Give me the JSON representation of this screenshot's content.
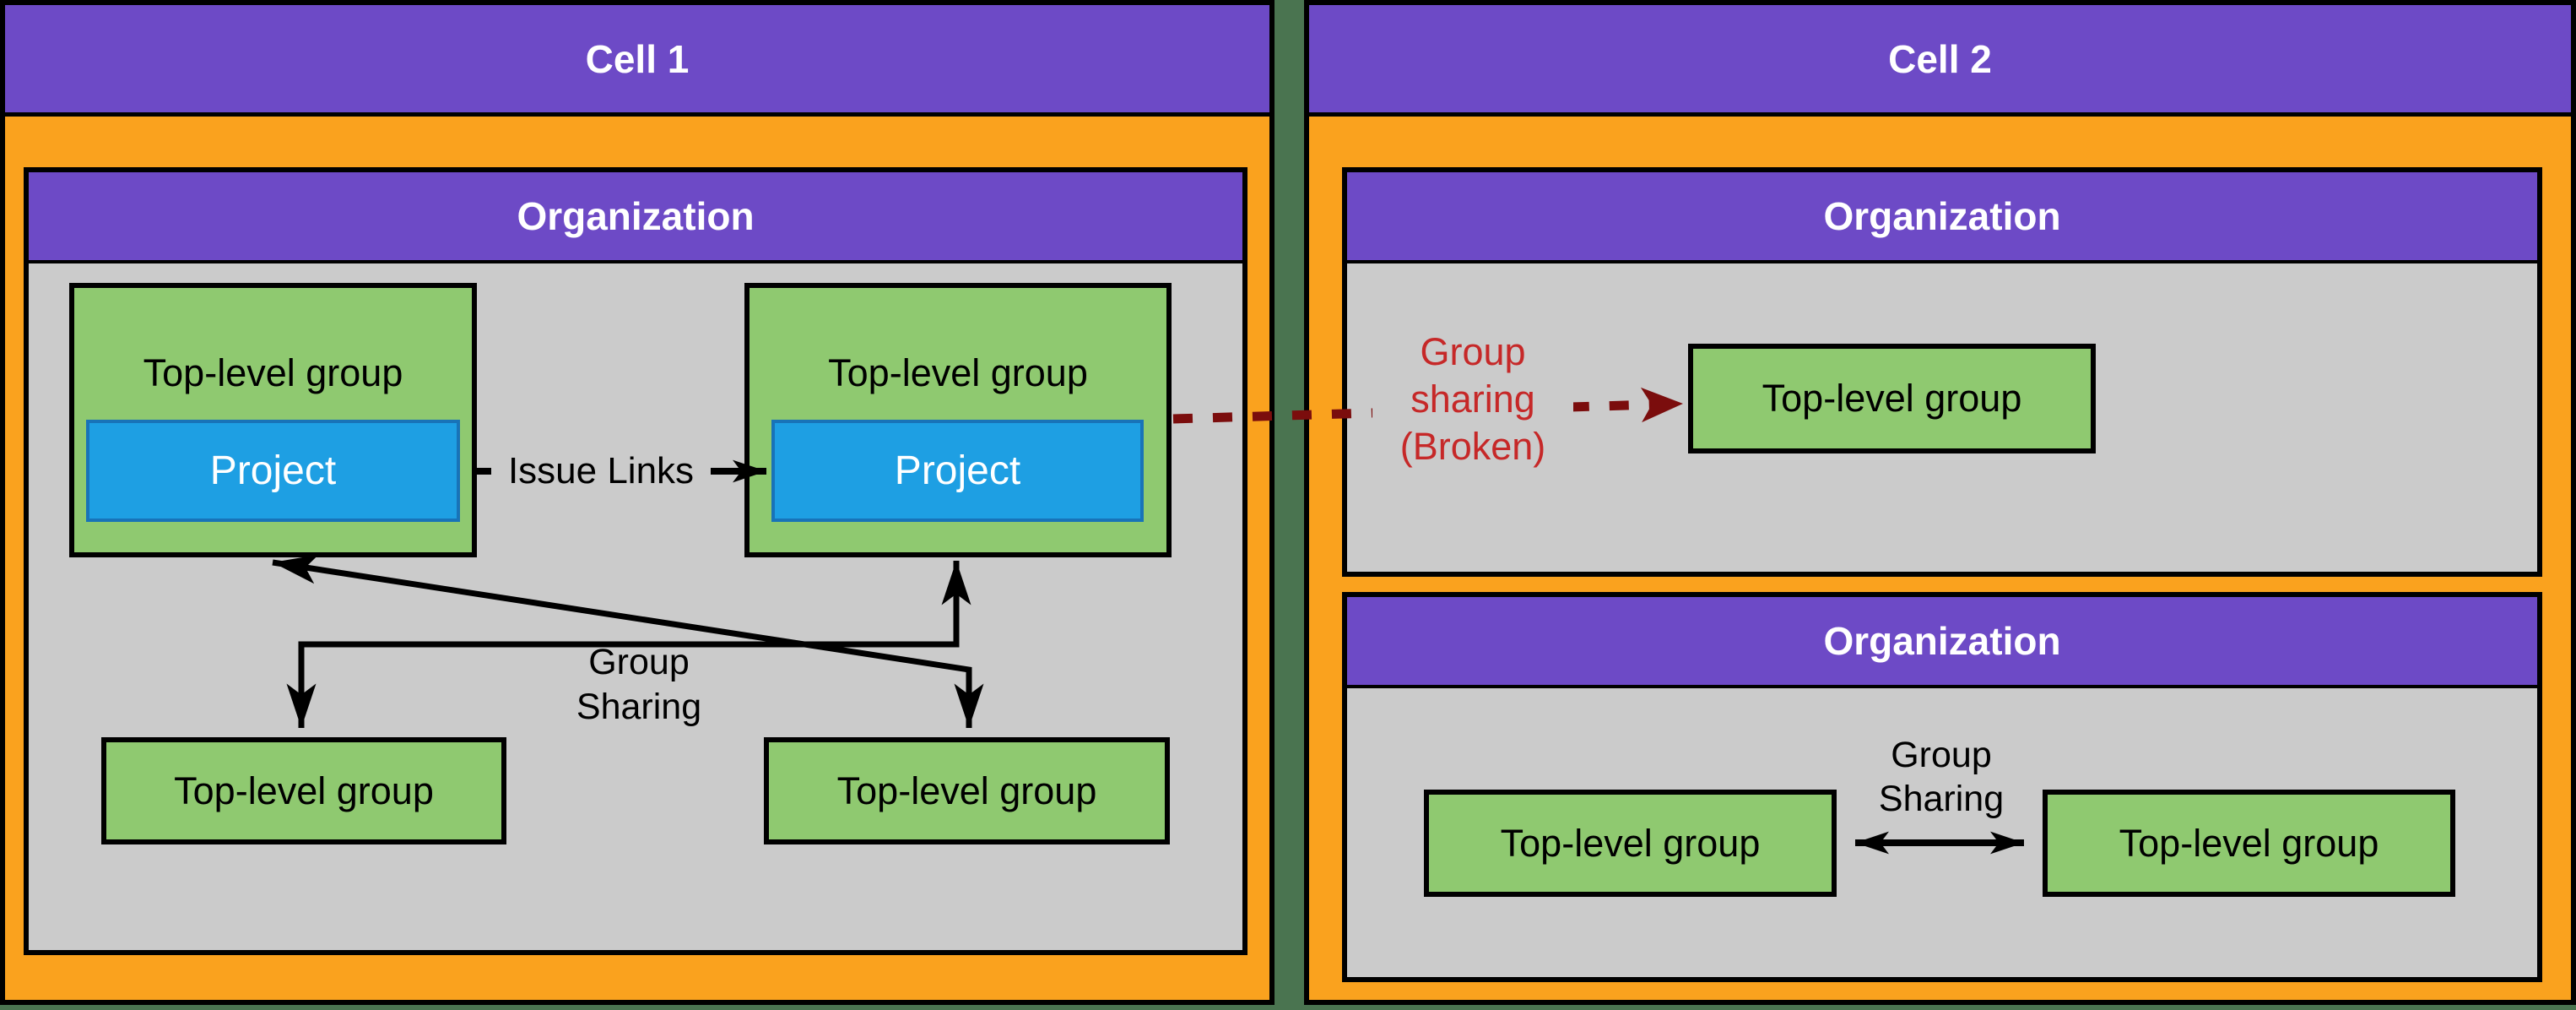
{
  "colors": {
    "cell_header_purple": "#6D4AC6",
    "cell_body_orange": "#FAA21E",
    "org_body_gray": "#CBCBCB",
    "group_fill_green": "#8FC970",
    "project_fill_blue": "#1E9FE3",
    "project_border_blue": "#1873B8",
    "divider_dark_green": "#4A7450",
    "broken_arrow_maroon": "#7B0D0D",
    "broken_text_red": "#C62828",
    "outline_black": "#000000"
  },
  "cell1": {
    "title": "Cell 1",
    "organization": {
      "title": "Organization",
      "top_groups": [
        {
          "label": "Top-level group",
          "project": "Project"
        },
        {
          "label": "Top-level group",
          "project": "Project"
        }
      ],
      "bottom_groups": [
        {
          "label": "Top-level group"
        },
        {
          "label": "Top-level group"
        }
      ],
      "issue_links_label": "Issue Links",
      "group_sharing_label": [
        "Group",
        "Sharing"
      ]
    }
  },
  "cell2": {
    "title": "Cell 2",
    "organizations": [
      {
        "title": "Organization",
        "groups": [
          {
            "label": "Top-level group"
          }
        ],
        "broken_sharing_label": [
          "Group",
          "sharing",
          "(Broken)"
        ]
      },
      {
        "title": "Organization",
        "groups": [
          {
            "label": "Top-level group"
          },
          {
            "label": "Top-level group"
          }
        ],
        "group_sharing_label": [
          "Group",
          "Sharing"
        ]
      }
    ]
  }
}
